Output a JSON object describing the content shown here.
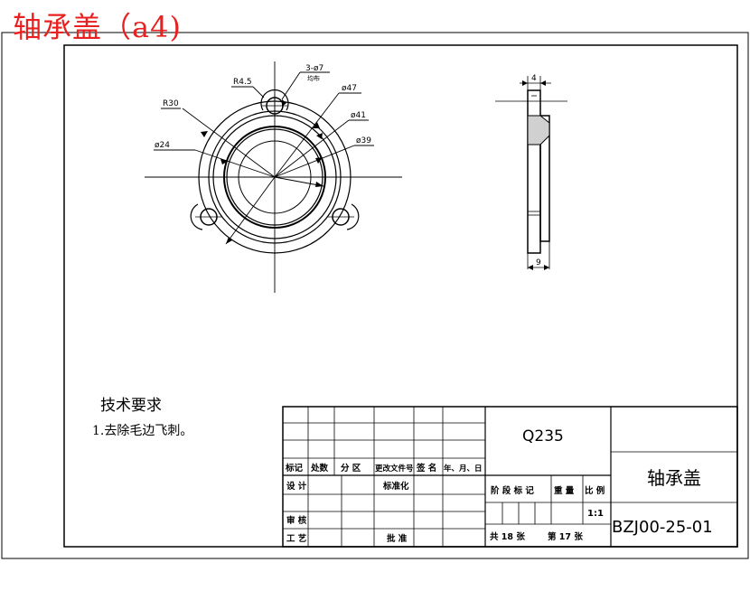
{
  "title": "轴承盖（a4)",
  "dimensions": {
    "hole": "3-ø7",
    "hole_note": "均布",
    "fillet": "R4.5",
    "radius": "R30",
    "d47": "ø47",
    "d41": "ø41",
    "d39": "ø39",
    "d24": "ø24",
    "thick_top": "4",
    "thick_bottom": "9"
  },
  "tech_requirements": {
    "heading": "技术要求",
    "item1": "1.去除毛边飞刺。"
  },
  "title_block": {
    "material": "Q235",
    "part_name": "轴承盖",
    "drawing_no": "BZJ00-25-01",
    "scale": "1:1",
    "total_sheets": "共 18 张",
    "sheet_no": "第 17 张",
    "labels": {
      "mark": "标记",
      "count": "处数",
      "zone": "分 区",
      "change_doc": "更改文件号",
      "signature": "签 名",
      "date": "年、月、日",
      "design": "设 计",
      "standardize": "标准化",
      "stage_mark": "阶 段 标 记",
      "weight": "重 量",
      "ratio": "比 例",
      "check": "审 核",
      "process": "工 艺",
      "approve": "批 准"
    }
  }
}
